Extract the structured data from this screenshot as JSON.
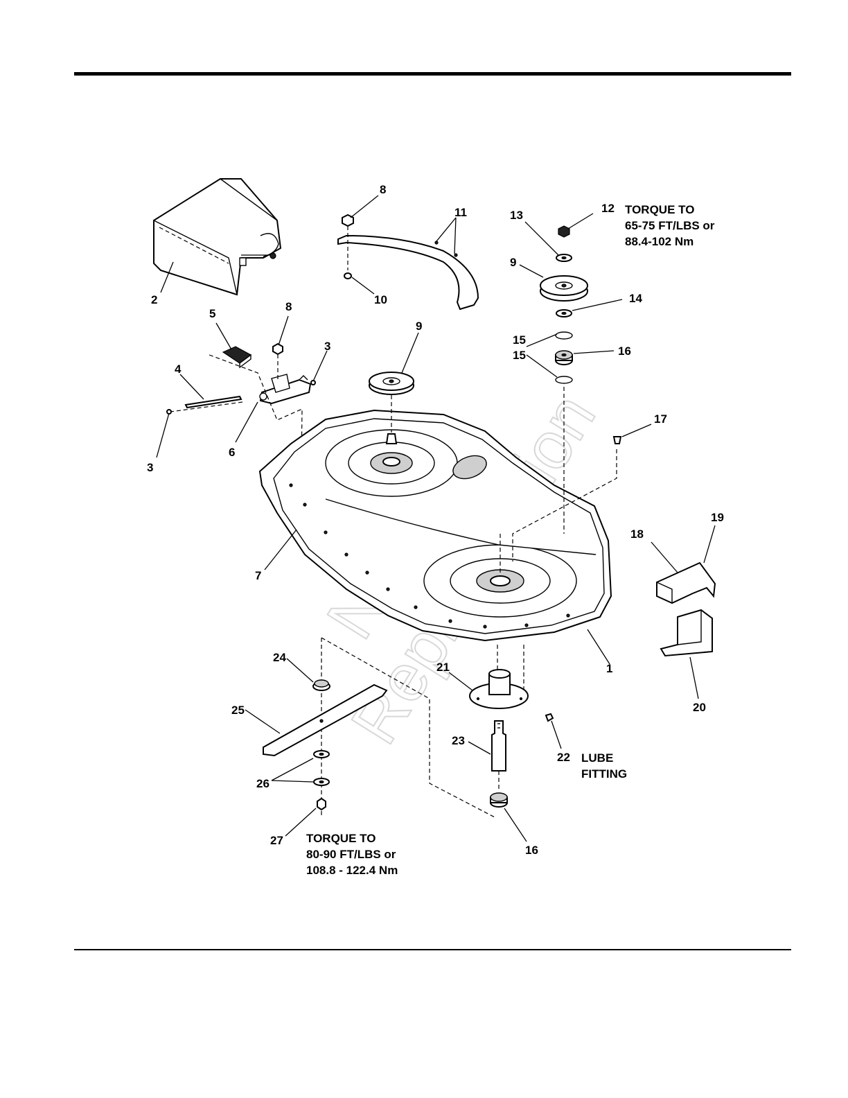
{
  "callouts": {
    "c1": "1",
    "c2": "2",
    "c3a": "3",
    "c3b": "3",
    "c4": "4",
    "c5": "5",
    "c6": "6",
    "c7": "7",
    "c8a": "8",
    "c8b": "8",
    "c9a": "9",
    "c9b": "9",
    "c10": "10",
    "c11": "11",
    "c12": "12",
    "c13": "13",
    "c14": "14",
    "c15a": "15",
    "c15b": "15",
    "c16a": "16",
    "c16b": "16",
    "c17": "17",
    "c18": "18",
    "c19": "19",
    "c20": "20",
    "c21": "21",
    "c22": "22",
    "c23": "23",
    "c24": "24",
    "c25": "25",
    "c26": "26",
    "c27": "27"
  },
  "notes": {
    "torque_pulley": [
      "TORQUE TO",
      "65-75 FT/LBS or",
      "88.4-102 Nm"
    ],
    "lube": [
      "LUBE",
      "FITTING"
    ],
    "torque_blade": [
      "TORQUE TO",
      "80-90 FT/LBS or",
      "108.8 - 122.4 Nm"
    ]
  },
  "watermark": [
    "Not for",
    "Reproduction"
  ]
}
